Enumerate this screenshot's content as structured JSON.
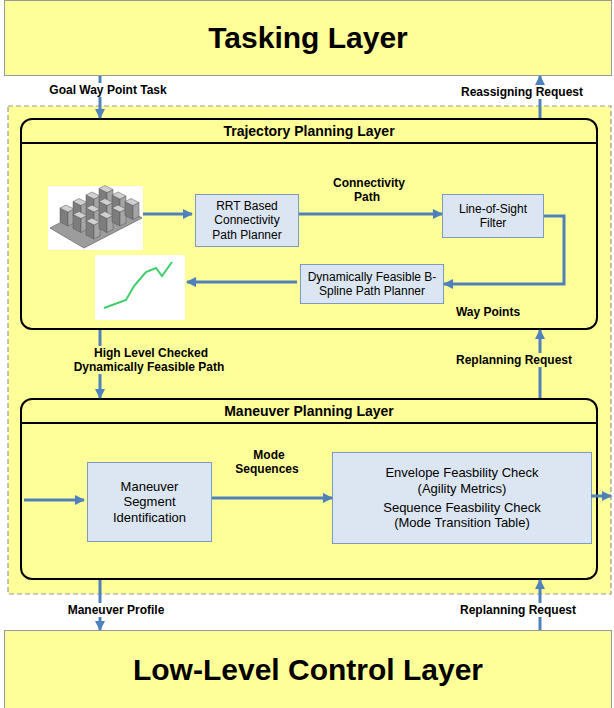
{
  "diagram": {
    "nodes": [
      {
        "text": [
          "Tasking Layer"
        ]
      },
      {
        "text": [
          "Trajectory Planning Layer"
        ]
      },
      {
        "text": [
          "RRT Based Connectivity Path Planner"
        ],
        "in": 1
      },
      {
        "text": [
          "Line-of-Sight Filter"
        ],
        "in": 1
      },
      {
        "text": [
          "Dynamically Feasible B-Spline Path Planner"
        ],
        "in": 1
      },
      {
        "text": [
          "Maneuver Planning Layer"
        ]
      },
      {
        "text": [
          "Maneuver Segment Identification"
        ],
        "in": 5
      },
      {
        "text": [
          "Envelope Feasbility Check (Agility Metrics)",
          "Sequence Feasbility Check (Mode Transition Table)"
        ],
        "in": 5
      },
      {
        "text": [
          "Low-Level Control Layer"
        ]
      }
    ],
    "edges": [
      {
        "from": 0,
        "to": 1,
        "label": "Goal Way Point Task",
        "arrow": "to"
      },
      {
        "from": 1,
        "to": 0,
        "label": "Reassigning Request",
        "arrow": "to"
      },
      {
        "from": 2,
        "to": 3,
        "label": "Connectivity Path",
        "arrow": "to"
      },
      {
        "from": 3,
        "to": 4,
        "label": "Way Points",
        "arrow": "to"
      },
      {
        "from": 1,
        "to": 5,
        "label": "High Level Checked Dynamically Feasible Path",
        "arrow": "to"
      },
      {
        "from": 5,
        "to": 1,
        "label": "Replanning Request",
        "arrow": "to"
      },
      {
        "from": 6,
        "to": 7,
        "label": "Mode Sequences",
        "arrow": "to"
      },
      {
        "from": 5,
        "to": 8,
        "label": "Maneuver Profile",
        "arrow": "to"
      },
      {
        "from": 8,
        "to": 5,
        "label": "Replanning Request",
        "arrow": "to"
      }
    ]
  }
}
